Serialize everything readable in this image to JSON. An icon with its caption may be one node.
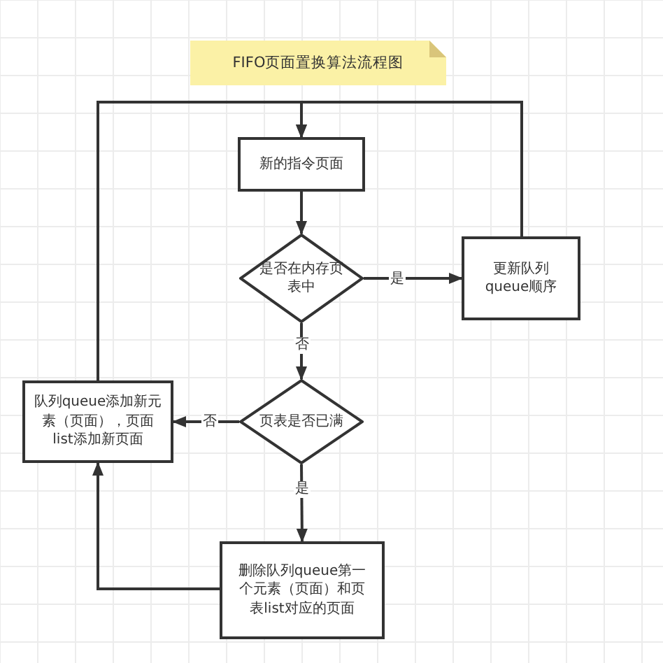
{
  "diagram": {
    "title": "FIFO页面置换算法流程图",
    "nodes": [
      {
        "text": [
          "新的指令页面"
        ]
      },
      {
        "text": [
          "是否在内存页表中"
        ]
      },
      {
        "text": [
          "更新队列queue顺序"
        ]
      },
      {
        "text": [
          "页表是否已满"
        ]
      },
      {
        "text": [
          "队列queue添加新元素（页面），页面list添加新页面"
        ]
      },
      {
        "text": [
          "删除队列queue第一个元素（页面）和页表list对应的页面"
        ]
      }
    ],
    "edges": [
      {
        "from": 0,
        "to": 1,
        "arrow": "to"
      },
      {
        "from": 1,
        "to": 2,
        "arrow": "to",
        "label": "是"
      },
      {
        "from": 1,
        "to": 3,
        "arrow": "to",
        "label": "否"
      },
      {
        "from": 3,
        "to": 4,
        "arrow": "to",
        "label": "否"
      },
      {
        "from": 3,
        "to": 5,
        "arrow": "to",
        "label": "是"
      },
      {
        "from": 5,
        "to": 4,
        "arrow": "to"
      },
      {
        "from": 2,
        "to": 0,
        "arrow": "to"
      },
      {
        "from": 4,
        "to": 0,
        "arrow": "to"
      }
    ]
  }
}
